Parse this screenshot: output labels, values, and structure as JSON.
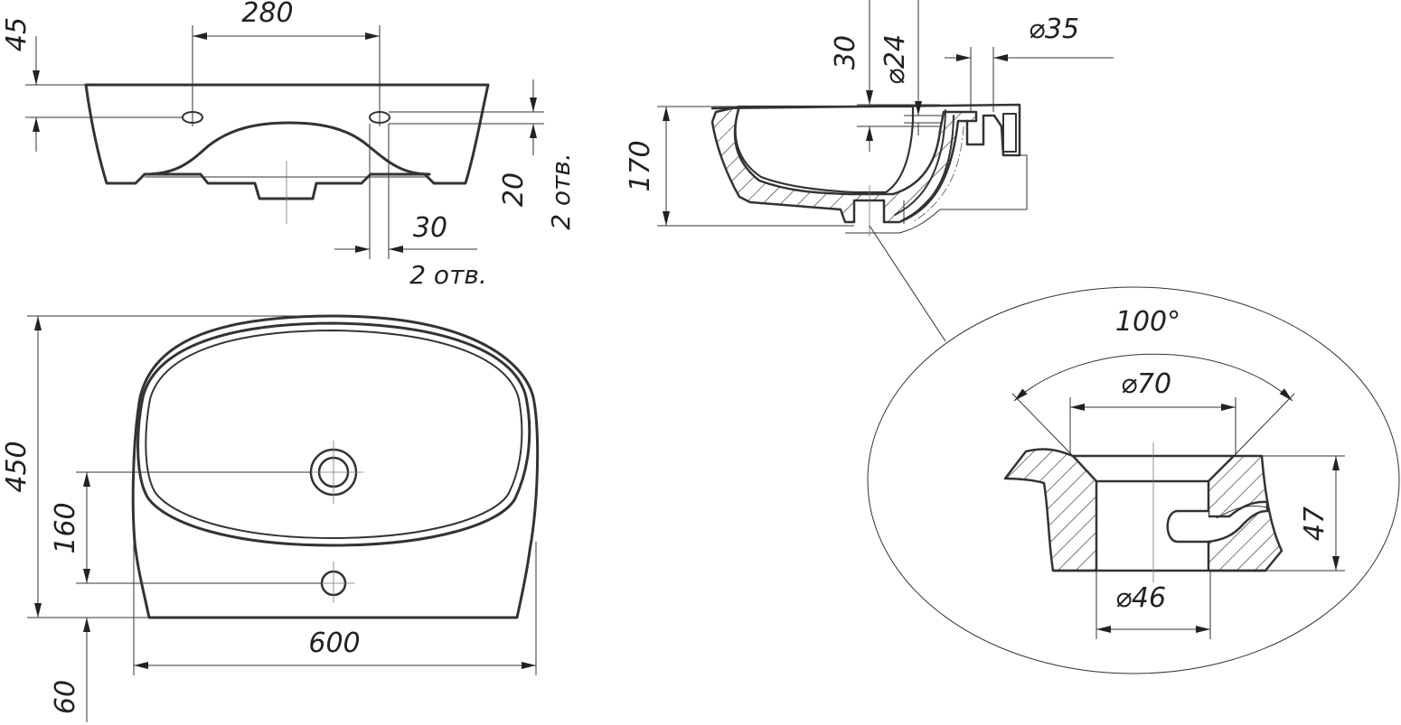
{
  "drawing": {
    "front_view": {
      "dim_hole_spacing": "280",
      "dim_depth_top": "45",
      "dim_hole_size": "20",
      "dim_hole_count_v": "2 отв.",
      "dim_hole_width": "30",
      "dim_hole_count_h": "2 отв."
    },
    "section_view": {
      "dim_height": "170",
      "dim_overflow_offset": "30",
      "dim_overflow_dia": "⌀24",
      "dim_tap_dia": "⌀35"
    },
    "top_view": {
      "dim_depth": "450",
      "dim_drain_offset": "160",
      "dim_width": "600",
      "dim_tap_offset": "60"
    },
    "detail_view": {
      "dim_angle": "100°",
      "dim_top_dia": "⌀70",
      "dim_bottom_dia": "⌀46",
      "dim_height": "47"
    }
  }
}
